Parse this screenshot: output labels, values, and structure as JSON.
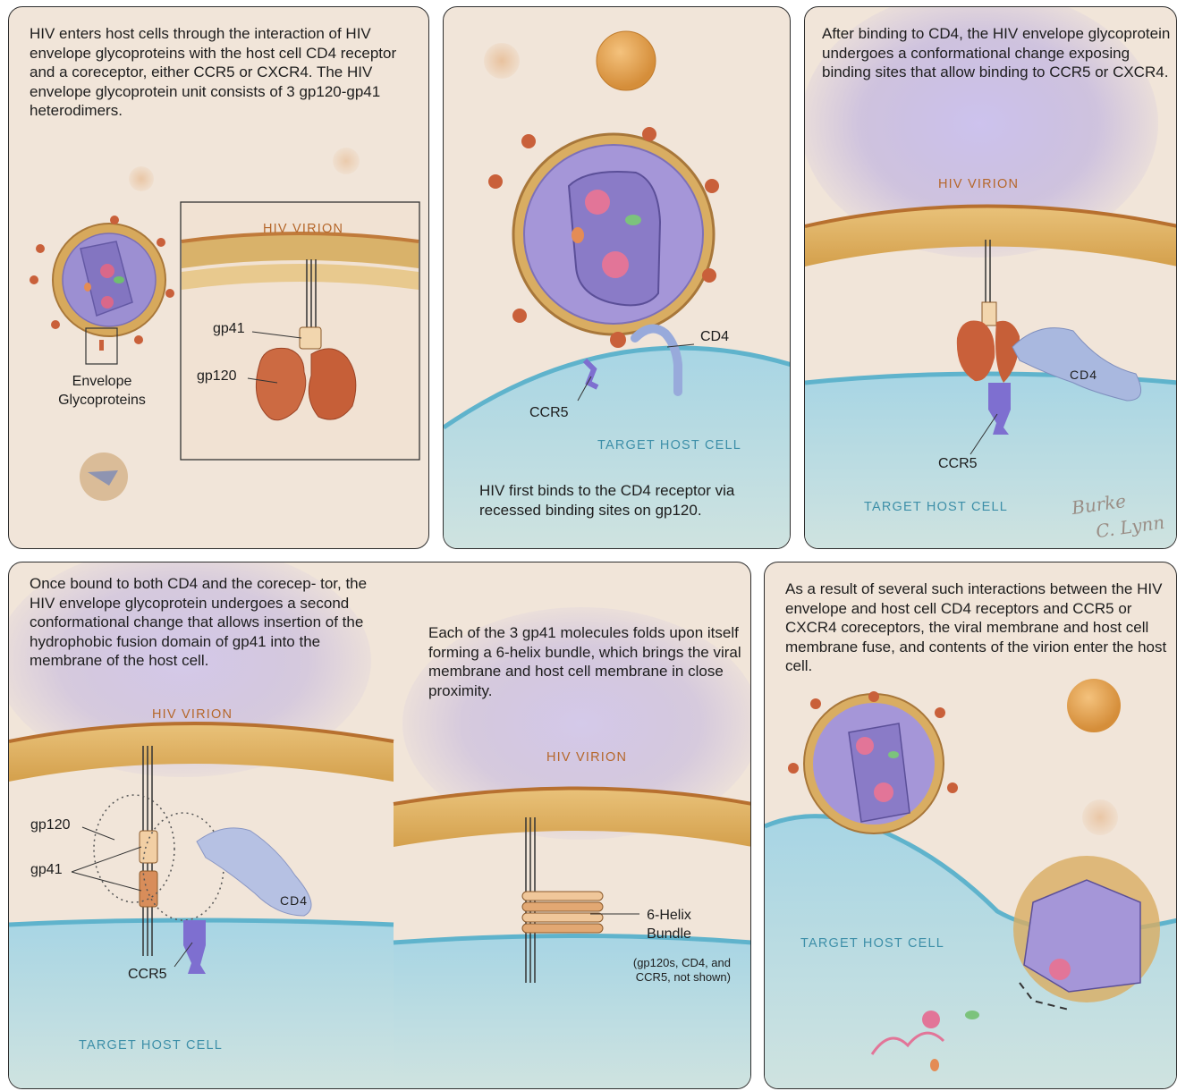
{
  "panels": {
    "p1": {
      "text": "HIV enters host cells through the interaction of HIV envelope glycoproteins with the host cell CD4 receptor and a coreceptor, either CCR5 or CXCR4. The HIV envelope glycoprotein unit consists of 3 gp120-gp41 heterodimers.",
      "inset_caption": "HIV VIRION",
      "label_gp41": "gp41",
      "label_gp120": "gp120",
      "label_envelope": "Envelope Glycoproteins"
    },
    "p2": {
      "label_cd4": "CD4",
      "label_ccr5": "CCR5",
      "caption_host": "TARGET HOST CELL",
      "text": "HIV first binds to the CD4 receptor via recessed binding sites on gp120."
    },
    "p3": {
      "text": "After binding to CD4, the HIV envelope glycoprotein undergoes a conformational change exposing binding sites that allow binding to CCR5 or CXCR4.",
      "caption_virion": "HIV VIRION",
      "label_cd4": "CD4",
      "label_ccr5": "CCR5",
      "caption_host": "TARGET HOST CELL",
      "signature_line1": "Burke",
      "signature_line2": "C. Lynn"
    },
    "p4": {
      "text_left": "Once bound to both CD4 and the corecep- tor, the HIV envelope glycoprotein undergoes a second conformational change that allows insertion of the hydrophobic fusion domain of gp41 into the membrane of the host cell.",
      "caption_virion_left": "HIV VIRION",
      "label_gp120": "gp120",
      "label_gp41": "gp41",
      "label_cd4": "CD4",
      "label_ccr5": "CCR5",
      "caption_host": "TARGET HOST CELL",
      "text_right": "Each of the 3 gp41 molecules folds upon itself forming a 6-helix bundle, which brings the viral membrane and host cell membrane in close proximity.",
      "caption_virion_right": "HIV VIRION",
      "label_bundle": "6-Helix Bundle",
      "note": "(gp120s, CD4, and CCR5, not shown)"
    },
    "p5": {
      "text": "As a result of several such interactions between the HIV envelope and host cell CD4 receptors and CCR5 or CXCR4 coreceptors, the viral membrane and host cell membrane fuse, and contents of the virion enter the host cell.",
      "caption_host": "TARGET HOST CELL"
    }
  },
  "colors": {
    "panel_background": "#f1e5d9",
    "virion_purple": "#a79ad8",
    "membrane_tan": "#dcae56",
    "host_blue": "#9ccfe0",
    "glycoprotein_red": "#c9603a",
    "cd4_blue": "#a9b8df",
    "ccr5_violet": "#7e6fd0",
    "caption_orange": "#b5672a",
    "caption_teal": "#3d8fa8"
  },
  "icons": [
    "hiv-virion",
    "envelope-glycoprotein",
    "cd4-receptor",
    "ccr5-coreceptor",
    "six-helix-bundle",
    "host-cell-membrane"
  ]
}
